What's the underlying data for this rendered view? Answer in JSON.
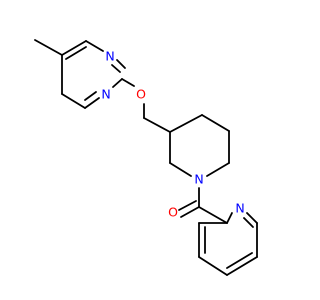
{
  "atoms": {
    "n_pyrimidine_top": {
      "symbol": "N",
      "color": "#0000ff"
    },
    "n_pyrimidine_bottom": {
      "symbol": "N",
      "color": "#0000ff"
    },
    "o_ether": {
      "symbol": "O",
      "color": "#ff0000"
    },
    "n_piperidine": {
      "symbol": "N",
      "color": "#0000ff"
    },
    "o_carbonyl": {
      "symbol": "O",
      "color": "#ff0000"
    },
    "n_pyridine": {
      "symbol": "N",
      "color": "#0000ff"
    }
  },
  "colors": {
    "bond": "#000000",
    "nitrogen": "#0000ff",
    "oxygen": "#ff0000",
    "background": "#ffffff"
  }
}
